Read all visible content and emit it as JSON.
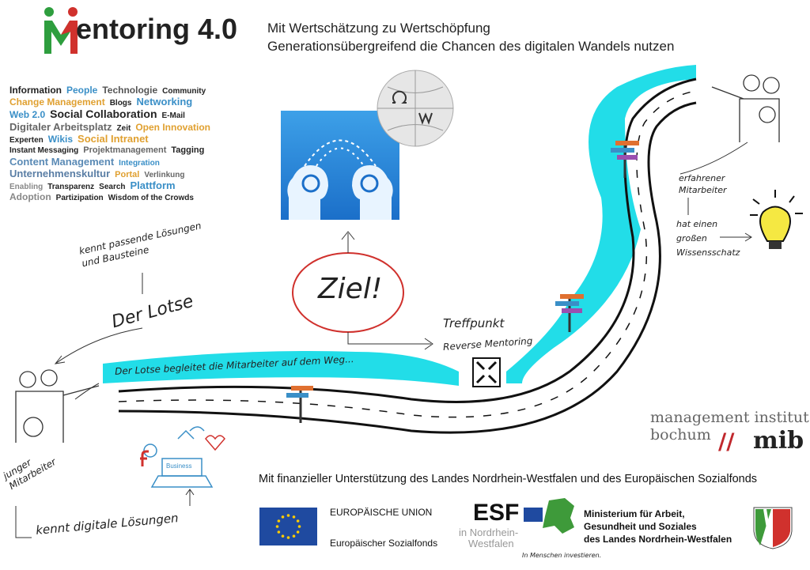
{
  "header": {
    "logo_text": "entoring 4.0",
    "logo_letter": "M",
    "tagline1": "Mit Wertschätzung zu Wertschöpfung",
    "tagline2": "Generationsübergreifend die Chancen des digitalen Wandels nutzen"
  },
  "word_cloud": [
    {
      "t": "Information",
      "c": "#222"
    },
    {
      "t": "People",
      "c": "#3a8fc7"
    },
    {
      "t": "Technologie",
      "c": "#555"
    },
    {
      "t": "Community",
      "c": "#222"
    },
    {
      "t": "Change Management",
      "c": "#e0a030"
    },
    {
      "t": "Blogs",
      "c": "#222"
    },
    {
      "t": "Networking",
      "c": "#3a8fc7"
    },
    {
      "t": "Web 2.0",
      "c": "#3a8fc7"
    },
    {
      "t": "Social Collaboration",
      "c": "#222"
    },
    {
      "t": "E-Mail",
      "c": "#222"
    },
    {
      "t": "Digitaler Arbeitsplatz",
      "c": "#666"
    },
    {
      "t": "Zeit",
      "c": "#222"
    },
    {
      "t": "Open Innovation",
      "c": "#e0a030"
    },
    {
      "t": "Experten",
      "c": "#222"
    },
    {
      "t": "Wikis",
      "c": "#3a8fc7"
    },
    {
      "t": "Social Intranet",
      "c": "#e0a030"
    },
    {
      "t": "Instant Messaging",
      "c": "#222"
    },
    {
      "t": "Projektmanagement",
      "c": "#666"
    },
    {
      "t": "Tagging",
      "c": "#222"
    },
    {
      "t": "Content Management",
      "c": "#5a8ab5"
    },
    {
      "t": "Integration",
      "c": "#3a8fc7"
    },
    {
      "t": "Unternehmenskultur",
      "c": "#5a7ea5"
    },
    {
      "t": "Portal",
      "c": "#e0a030"
    },
    {
      "t": "Verlinkung",
      "c": "#666"
    },
    {
      "t": "Enabling",
      "c": "#888"
    },
    {
      "t": "Transparenz",
      "c": "#222"
    },
    {
      "t": "Search",
      "c": "#222"
    },
    {
      "t": "Plattform",
      "c": "#3a8fc7"
    },
    {
      "t": "Adoption",
      "c": "#888"
    },
    {
      "t": "Partizipation",
      "c": "#222"
    },
    {
      "t": "Wisdom of the Crowds",
      "c": "#222"
    }
  ],
  "notes": {
    "kennt_passende": "kennt passende Lösungen und Bausteine",
    "der_lotse": "Der Lotse",
    "ziel": "Ziel!",
    "treffpunkt": "Treffpunkt",
    "reverse_mentoring": "Reverse Mentoring",
    "river_text": "Der Lotse begleitet die Mitarbeiter auf dem Weg...",
    "erfahrener": "erfahrener Mitarbeiter",
    "wissensschatz": "hat einen großen Wissensschatz",
    "junger": "junger Mitarbeiter",
    "kennt_digitale": "kennt digitale Lösungen",
    "business": "Business"
  },
  "mib": {
    "line1": "management institut",
    "line2": "bochum",
    "slashes": "//",
    "brand": "mib"
  },
  "funding": {
    "text": "Mit finanzieller Unterstützung des Landes Nordrhein-Westfalen und des Europäischen Sozialfonds",
    "eu1": "EUROPÄISCHE UNION",
    "eu2": "Europäischer Sozialfonds",
    "esf": "ESF",
    "esf_nrw1": "in Nordrhein-",
    "esf_nrw2": "Westfalen",
    "esf_slogan": "In Menschen investieren.",
    "min1": "Ministerium für Arbeit,",
    "min2": "Gesundheit und Soziales",
    "min3": "des Landes Nordrhein-Westfalen"
  },
  "colors": {
    "river": "#22dde8",
    "green": "#2e9e3e",
    "red": "#d0312d",
    "eu_blue": "#1f4aa0",
    "mib_red": "#c0282d"
  }
}
